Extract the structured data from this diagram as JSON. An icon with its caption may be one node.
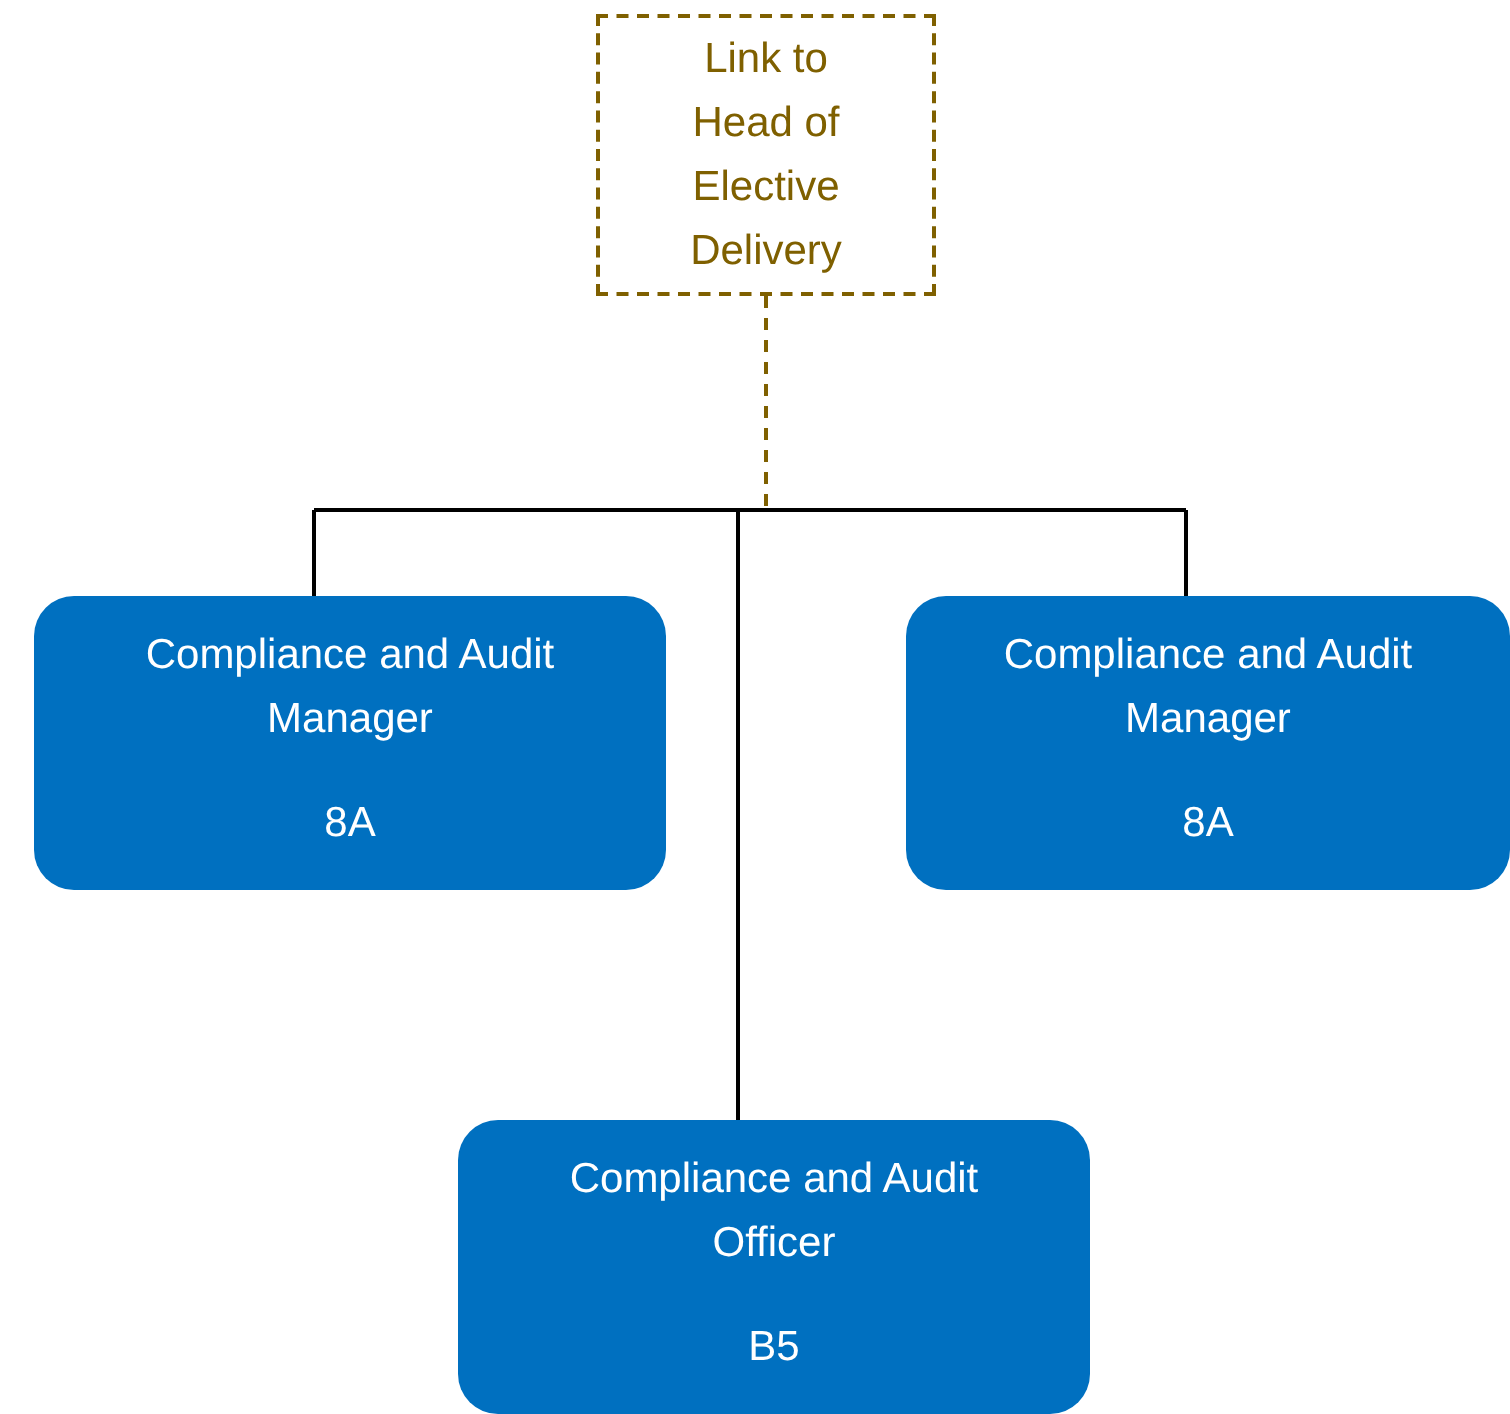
{
  "diagram": {
    "nodes": [
      {
        "text": [
          "Link to Head of Elective Delivery"
        ]
      },
      {
        "text": [
          "Compliance and Audit Manager",
          "8A"
        ]
      },
      {
        "text": [
          "Compliance and Audit Manager",
          "8A"
        ]
      },
      {
        "text": [
          "Compliance and Audit Officer",
          "B5"
        ]
      }
    ],
    "edges": [
      {
        "from": 0,
        "to": 1,
        "arrow": "none"
      },
      {
        "from": 0,
        "to": 2,
        "arrow": "none"
      },
      {
        "from": 0,
        "to": 3,
        "arrow": "none"
      }
    ]
  }
}
